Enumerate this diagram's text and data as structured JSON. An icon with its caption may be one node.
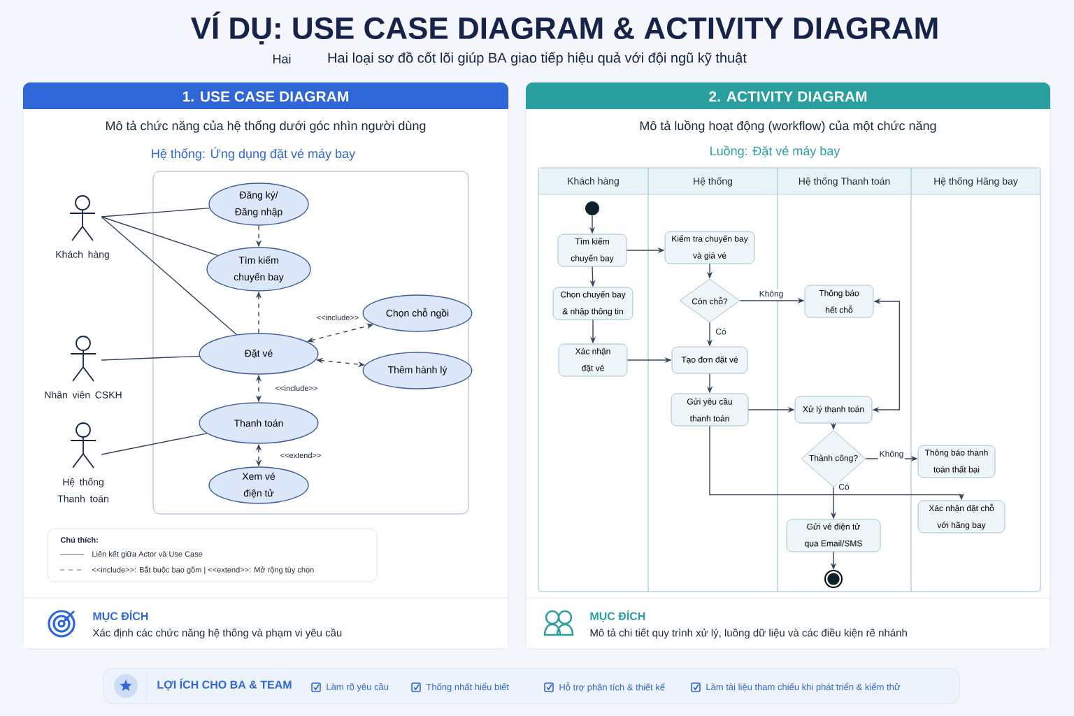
{
  "diagram": {
    "title": "VÍ DỤ: USE CASE DIAGRAM & ACTIVITY DIAGRAM",
    "nodes": [
      {
        "text": [
          "1. USE CASE DIAGRAM",
          "Mô tả chức năng của hệ thống dưới góc nhìn người dùng"
        ]
      },
      {
        "text": [
          "Hệ thống: Ứng dụng đặt vé máy bay"
        ],
        "in": 0
      },
      {
        "text": [
          "Khách hàng"
        ],
        "in": 0
      },
      {
        "text": [
          "Nhân viên CSKH"
        ],
        "in": 0
      },
      {
        "text": [
          "Hệ thống Thanh toán"
        ],
        "in": 0
      },
      {
        "text": [
          "Đăng ký/ Đăng nhập"
        ],
        "in": 1
      },
      {
        "text": [
          "Tìm kiếm chuyến bay"
        ],
        "in": 1
      },
      {
        "text": [
          "Đặt vé"
        ],
        "in": 1
      },
      {
        "text": [
          "Chọn chỗ ngồi"
        ],
        "in": 1
      },
      {
        "text": [
          "Thêm hành lý"
        ],
        "in": 1
      },
      {
        "text": [
          "Thanh toán"
        ],
        "in": 1
      },
      {
        "text": [
          "Xem vé điện tử"
        ],
        "in": 1
      },
      {
        "text": [
          "MỤC ĐÍCH",
          "Xác định các chức năng hệ thống và phạm vi yêu cầu"
        ],
        "in": 0
      },
      {
        "text": [
          "2. ACTIVITY DIAGRAM",
          "Mô tả luồng hoạt động (workflow) của một chức năng"
        ]
      },
      {
        "text": [
          "Luồng: Đặt vé máy bay"
        ],
        "in": 13
      },
      {
        "text": [
          "Khách hàng"
        ],
        "in": 14
      },
      {
        "text": [
          "Hệ thống"
        ],
        "in": 14
      },
      {
        "text": [
          "Hệ thống Thanh toán"
        ],
        "in": 14
      },
      {
        "text": [
          "Hệ thống Hãng bay"
        ],
        "in": 14
      },
      {
        "text": [],
        "shape": "circle",
        "in": 15
      },
      {
        "text": [
          "Tìm kiếm chuyến bay"
        ],
        "in": 15
      },
      {
        "text": [
          "Kiểm tra chuyến bay và giá vé"
        ],
        "in": 16
      },
      {
        "text": [
          "Chọn chuyến bay & nhập thông tin"
        ],
        "in": 15
      },
      {
        "text": [
          "Còn chỗ?"
        ],
        "in": 16
      },
      {
        "text": [
          "Thông báo hết chỗ"
        ],
        "in": 17
      },
      {
        "text": [
          "Xác nhận đặt vé"
        ],
        "in": 15
      },
      {
        "text": [
          "Tạo đơn đặt vé"
        ],
        "in": 16
      },
      {
        "text": [
          "Gửi yêu cầu thanh toán"
        ],
        "in": 16
      },
      {
        "text": [
          "Xử lý thanh toán"
        ],
        "in": 17
      },
      {
        "text": [
          "Thành công?"
        ],
        "in": 17
      },
      {
        "text": [
          "Thông báo thanh toán thất bại"
        ],
        "in": 18
      },
      {
        "text": [
          "Xác nhận đặt chỗ với hãng bay"
        ],
        "in": 18
      },
      {
        "text": [
          "Gửi vé điện tử qua Email/SMS"
        ],
        "in": 17
      },
      {
        "text": [],
        "shape": "circle",
        "in": 17
      },
      {
        "text": [
          "MỤC ĐÍCH",
          "Mô tả chi tiết quy trình xử lý, luồng dữ liệu và các điều kiện rẽ nhánh"
        ],
        "in": 13
      },
      {
        "text": [
          "LỢI ÍCH CHO BA & TEAM",
          "Làm rõ yêu cầu",
          "Thống nhất hiểu biết",
          "Hỗ trợ phân tích & thiết kế",
          "Làm tài liệu tham chiếu khi phát triển & kiểm thử"
        ]
      }
    ],
    "edges": [
      {
        "from": 2,
        "to": 5,
        "arrow": "none"
      },
      {
        "from": 2,
        "to": 6,
        "arrow": "none"
      },
      {
        "from": 2,
        "to": 7,
        "arrow": "none"
      },
      {
        "from": 3,
        "to": 7,
        "arrow": "none"
      },
      {
        "from": 4,
        "to": 10,
        "arrow": "none"
      },
      {
        "from": 5,
        "to": 6,
        "arrow": "to",
        "style": "dashed"
      },
      {
        "from": 7,
        "to": 6,
        "arrow": "to",
        "style": "dashed"
      },
      {
        "from": 7,
        "to": 8,
        "arrow": "both",
        "style": "dashed",
        "label": "<<include>>"
      },
      {
        "from": 7,
        "to": 9,
        "arrow": "both",
        "style": "dashed"
      },
      {
        "from": 7,
        "to": 10,
        "arrow": "both",
        "style": "dashed",
        "label": "<<include>>"
      },
      {
        "from": 10,
        "to": 11,
        "arrow": "both",
        "style": "dashed",
        "label": "<<extend>>"
      },
      {
        "from": 19,
        "to": 20,
        "arrow": "to"
      },
      {
        "from": 20,
        "to": 21,
        "arrow": "to"
      },
      {
        "from": 20,
        "to": 22,
        "arrow": "to"
      },
      {
        "from": 21,
        "to": 23,
        "arrow": "to"
      },
      {
        "from": 23,
        "to": 24,
        "arrow": "to",
        "label": "Không"
      },
      {
        "from": 23,
        "to": 26,
        "arrow": "to",
        "label": "Có"
      },
      {
        "from": 22,
        "to": 25,
        "arrow": "to"
      },
      {
        "from": 25,
        "to": 26,
        "arrow": "to"
      },
      {
        "from": 26,
        "to": 27,
        "arrow": "to"
      },
      {
        "from": 27,
        "to": 28,
        "arrow": "to"
      },
      {
        "from": 28,
        "to": 29,
        "arrow": "to"
      },
      {
        "from": 29,
        "to": 30,
        "arrow": "to",
        "label": "Không"
      },
      {
        "from": 29,
        "to": 32,
        "arrow": "to",
        "label": "Có"
      },
      {
        "from": 27,
        "to": 31,
        "arrow": "to"
      },
      {
        "from": 24,
        "to": 28,
        "arrow": "both"
      },
      {
        "from": 32,
        "to": 33,
        "arrow": "to"
      }
    ],
    "labels": [
      "Hai",
      "Hai loại sơ đồ cốt lõi giúp BA giao tiếp hiệu quả với đội ngũ kỹ thuật",
      "Chú thích:"
    ],
    "legend": [
      {
        "text": "Liên kết giữa Actor và Use Case"
      },
      {
        "text": "<<include>>: Bắt buộc bao gồm | <<extend>>: Mở rộng tùy chọn"
      }
    ]
  }
}
